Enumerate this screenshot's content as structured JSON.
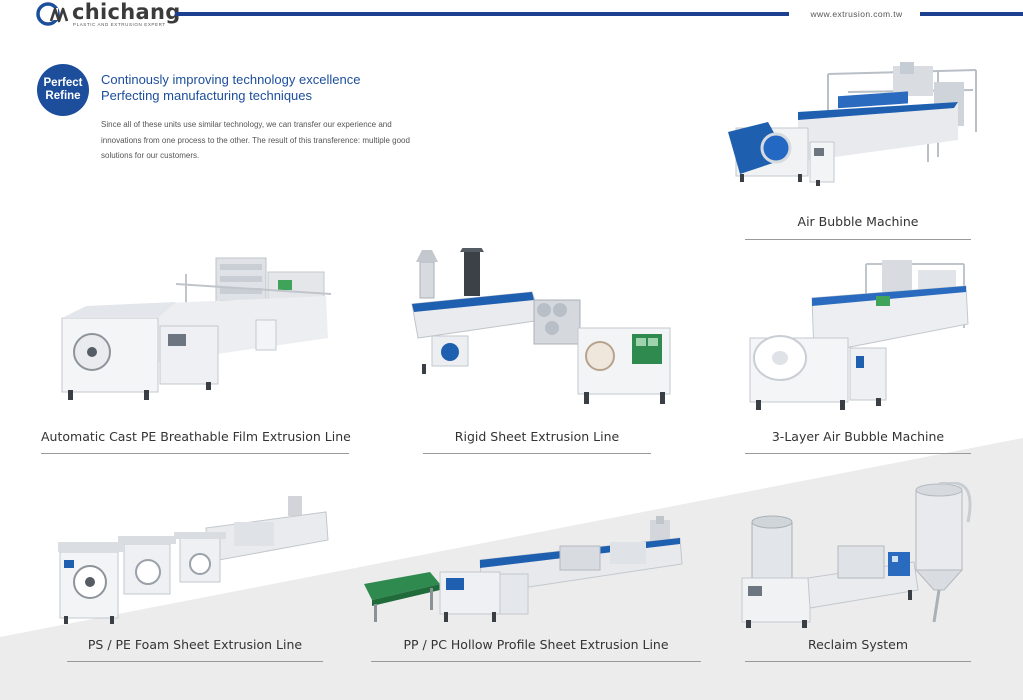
{
  "header": {
    "logo_name": "chichang",
    "logo_tagline": "PLASTIC AND EXTRUSION EXPERT",
    "website": "www.extrusion.com.tw"
  },
  "intro": {
    "badge_line1": "Perfect",
    "badge_line2": "Refine",
    "title_line1": "Continously improving technology excellence",
    "title_line2": "Perfecting manufacturing techniques",
    "body": "Since all of these units use similar technology, we can transfer our experience and innovations from one process to the other. The result of this transference: multiple good solutions for our customers."
  },
  "machines": [
    {
      "caption": "Air Bubble Machine"
    },
    {
      "caption": "Automatic Cast PE Breathable Film Extrusion Line"
    },
    {
      "caption": "Rigid Sheet Extrusion Line"
    },
    {
      "caption": "3-Layer Air Bubble Machine"
    },
    {
      "caption": "PS / PE  Foam Sheet Extrusion Line"
    },
    {
      "caption": "PP / PC  Hollow Profile Sheet Extrusion Line"
    },
    {
      "caption": "Reclaim System"
    }
  ],
  "colors": {
    "brand_blue": "#1c4e9c",
    "rule_blue": "#1c3f8f",
    "machine_blue": "#1f5fb0",
    "background_gray": "#ececec"
  }
}
